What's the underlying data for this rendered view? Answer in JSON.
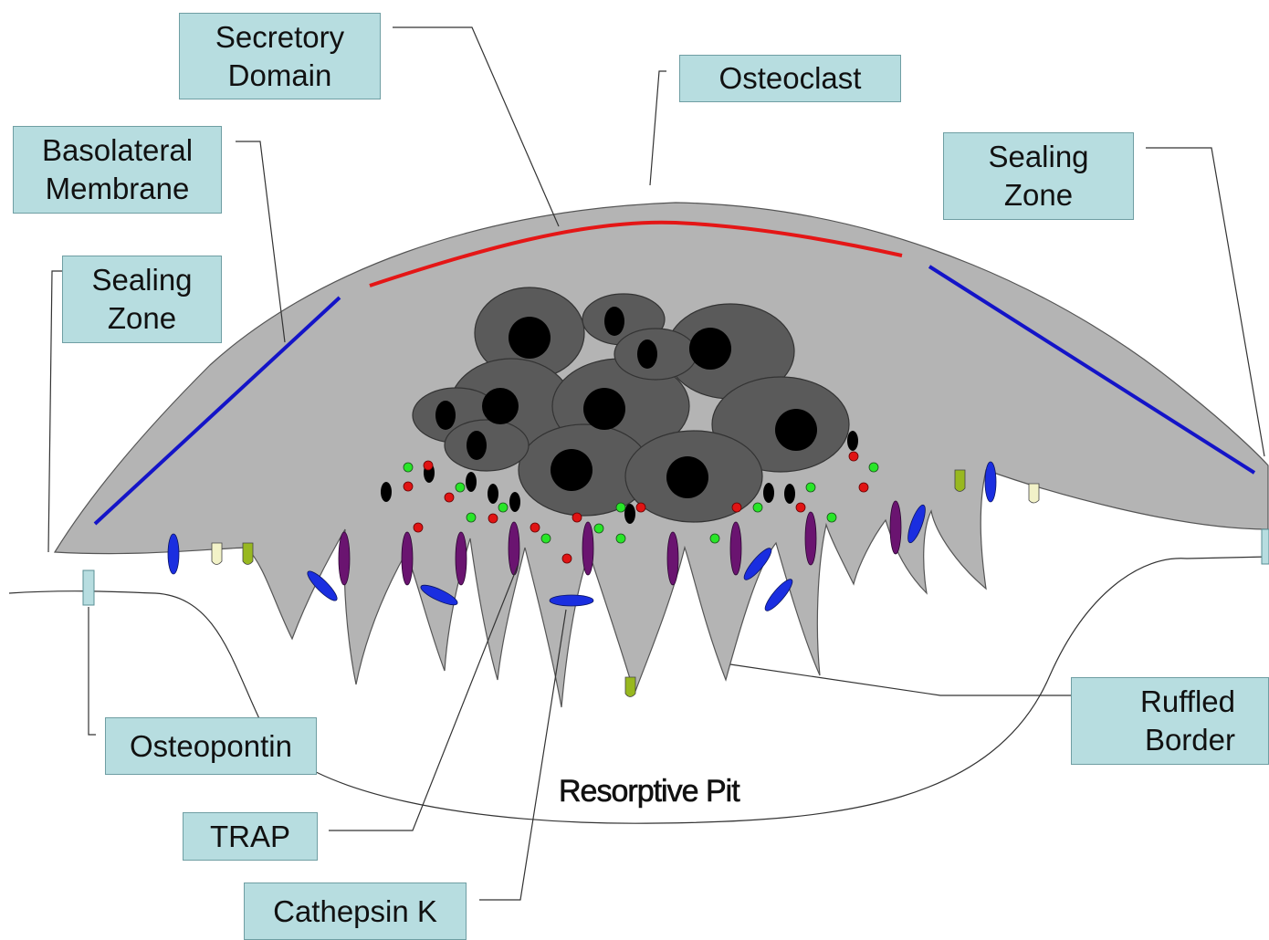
{
  "labels": {
    "secretory_domain": [
      "Secretory",
      "Domain"
    ],
    "osteoclast": [
      "Osteoclast"
    ],
    "basolateral_membrane": [
      "Basolateral",
      "Membrane"
    ],
    "sealing_zone_left": [
      "Sealing",
      "Zone"
    ],
    "sealing_zone_right": [
      "Sealing",
      "Zone"
    ],
    "osteopontin": [
      "Osteopontin"
    ],
    "trap": [
      "TRAP"
    ],
    "cathepsin_k": [
      "Cathepsin K"
    ],
    "ruffled_border": [
      "Ruffled",
      "Border"
    ]
  },
  "pit_label": "Resorptive Pit",
  "colors": {
    "cell_body": "#b4b4b4",
    "nucleus": "#5a5a5a",
    "nucleolus": "#000000",
    "secretory_domain": "#e41616",
    "sealing_zone": "#1414c8",
    "trap": "#6a1470",
    "cathepsin_k": "#1a2ee0",
    "osteopontin": "#98b820",
    "vesicle_green": "#28e628",
    "vesicle_red": "#e01414",
    "label_fill": "#b7dde0"
  }
}
